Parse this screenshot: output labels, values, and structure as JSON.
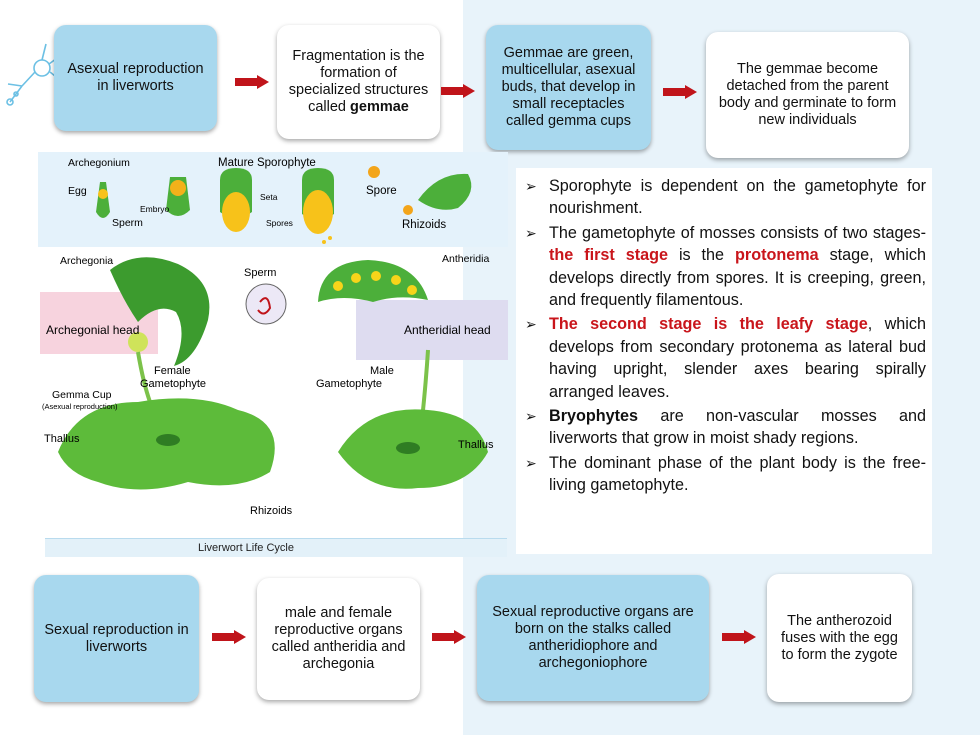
{
  "top_flow": [
    {
      "text": "Asexual reproduction in liverworts",
      "style": "blue"
    },
    {
      "text_parts": [
        "Fragmentation is the formation of specialized structures called ",
        "gemmae"
      ],
      "style": "white"
    },
    {
      "text": "Gemmae are green, multicellular, asexual buds, that develop in small receptacles called gemma cups",
      "style": "blue"
    },
    {
      "text": "The gemmae become detached from the parent body and germinate to form new individuals",
      "style": "white"
    }
  ],
  "bottom_flow": [
    {
      "text": "Sexual reproduction in liverworts",
      "style": "blue"
    },
    {
      "text": "male and female reproductive organs called antheridia and archegonia",
      "style": "white"
    },
    {
      "text": "Sexual reproductive organs are born on the stalks called antheridiophore and archegoniophore",
      "style": "blue"
    },
    {
      "text": "The antherozoid fuses with the egg to form the zygote",
      "style": "white"
    }
  ],
  "bullets": {
    "b1": "Sporophyte is dependent on the gametophyte for nourishment.",
    "b2_a": "The gametophyte of mosses consists of two stages- ",
    "b2_red1": "the first stage",
    "b2_b": " is the ",
    "b2_red2": "protonema",
    "b2_c": " stage, which develops directly from spores. It is creeping, green, and frequently filamentous.",
    "b3_red": " The second stage is the leafy stage",
    "b3_b": ", which develops from secondary protonema as lateral bud having upright, slender axes bearing spirally arranged leaves.",
    "b4_bold": "Bryophytes",
    "b4_b": " are non-vascular mosses and liverworts that grow in moist shady regions.",
    "b5": "The dominant phase of the plant body is the free-living gametophyte."
  },
  "diagram": {
    "caption": "Liverwort Life Cycle",
    "labels": {
      "archegonium": "Archegonium",
      "mature_sporophyte": "Mature Sporophyte",
      "egg": "Egg",
      "embryo": "Embryo",
      "sperm_top": "Sperm",
      "seta": "Seta",
      "spores": "Spores",
      "spore": "Spore",
      "rhizoids_top": "Rhizoids",
      "archegonia": "Archegonia",
      "sperm_mid": "Sperm",
      "antheridia": "Antheridia",
      "archegonial_head": "Archegonial head",
      "antheridial_head": "Antheridial head",
      "female_line1": "Female",
      "female_line2": "Gametophyte",
      "male_line1": "Male",
      "male_line2": "Gametophyte",
      "gemma_cup": "Gemma Cup",
      "asexual_note": "(Asexual reproduction)",
      "thallus_left": "Thallus",
      "thallus_right": "Thallus",
      "rhizoids_bottom": "Rhizoids"
    }
  },
  "colors": {
    "blue_box": "#a8d8ee",
    "arrow": "#c0141a",
    "highlight_red": "#c9151b",
    "leaf_green": "#4caf3a"
  }
}
